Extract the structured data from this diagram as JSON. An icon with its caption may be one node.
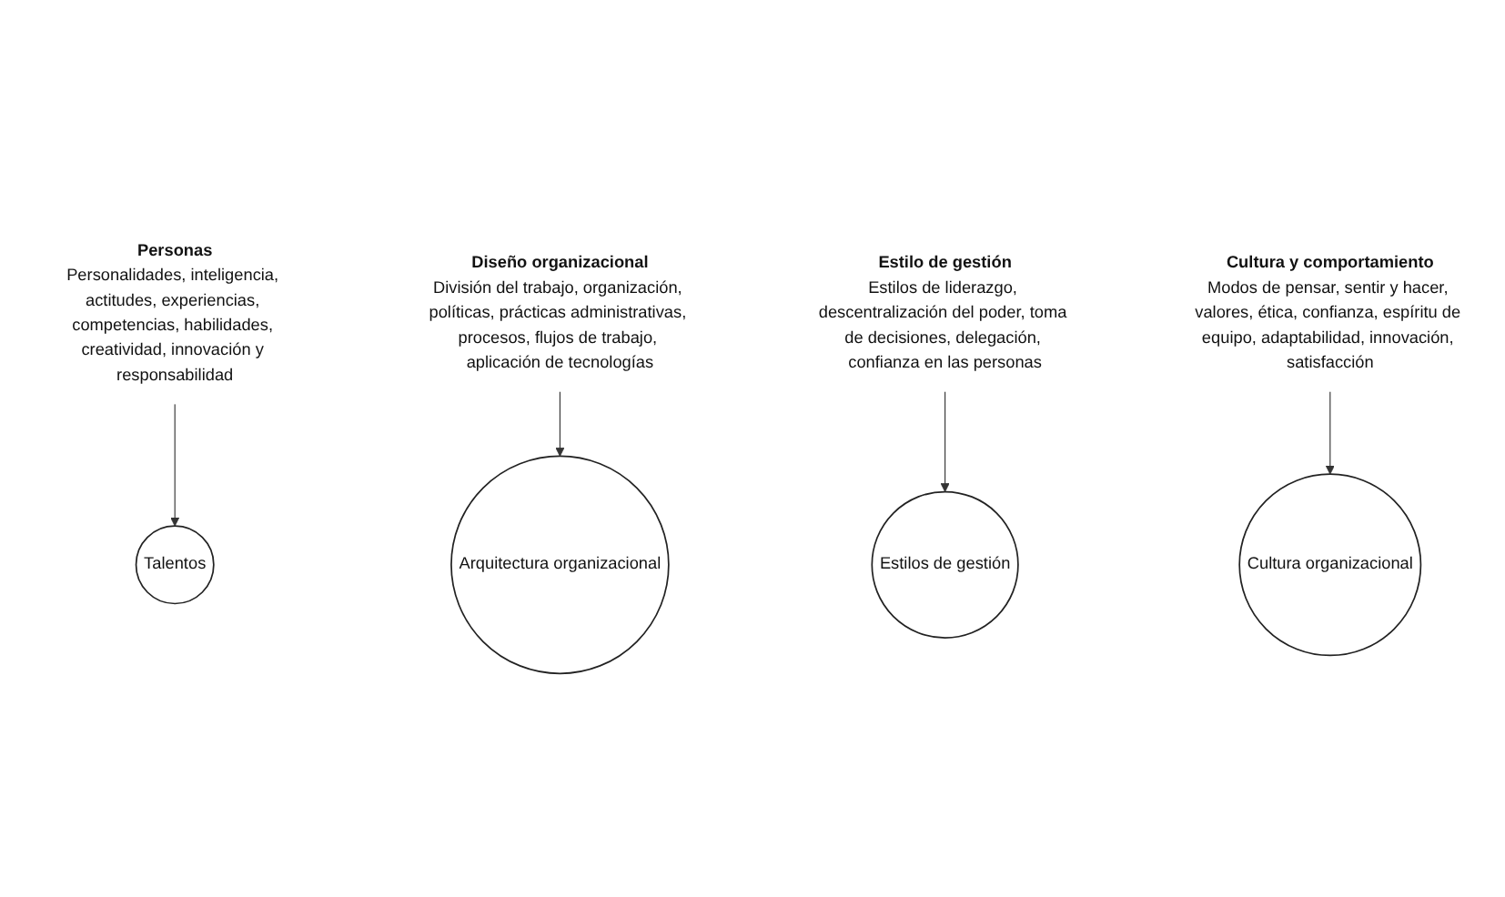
{
  "diagram": {
    "nodes": [
      {
        "text": [
          "Personas",
          "Personalidades, inteligencia, actitudes, experiencias, competencias, habilidades, creatividad, innovación y responsabilidad"
        ]
      },
      {
        "text": [
          "Talentos"
        ]
      },
      {
        "text": [
          "Arquitectura organizacional"
        ]
      },
      {
        "text": [
          "Estilos de gestión"
        ]
      },
      {
        "text": [
          "Cultura organizacional"
        ]
      },
      {
        "text": [
          "Diseño organizacional",
          "División del trabajo, organización, políticas, prácticas administrativas, procesos, flujos de trabajo, aplicación de tecnologías"
        ]
      },
      {
        "text": [
          "Estilo de gestión",
          "Estilos de liderazgo, descentralización del poder, toma de decisiones, delegación, confianza en las personas"
        ]
      },
      {
        "text": [
          "Cultura y comportamiento",
          "Modos de pensar, sentir y hacer, valores, ética, confianza, espíritu de equipo, adaptabilidad, innovación, satisfacción"
        ]
      }
    ],
    "edges": [
      {
        "from": 0,
        "to": 1,
        "arrow": "to"
      },
      {
        "from": 5,
        "to": 2,
        "arrow": "to"
      },
      {
        "from": 6,
        "to": 3,
        "arrow": "to"
      },
      {
        "from": 7,
        "to": 4,
        "arrow": "to"
      }
    ]
  }
}
